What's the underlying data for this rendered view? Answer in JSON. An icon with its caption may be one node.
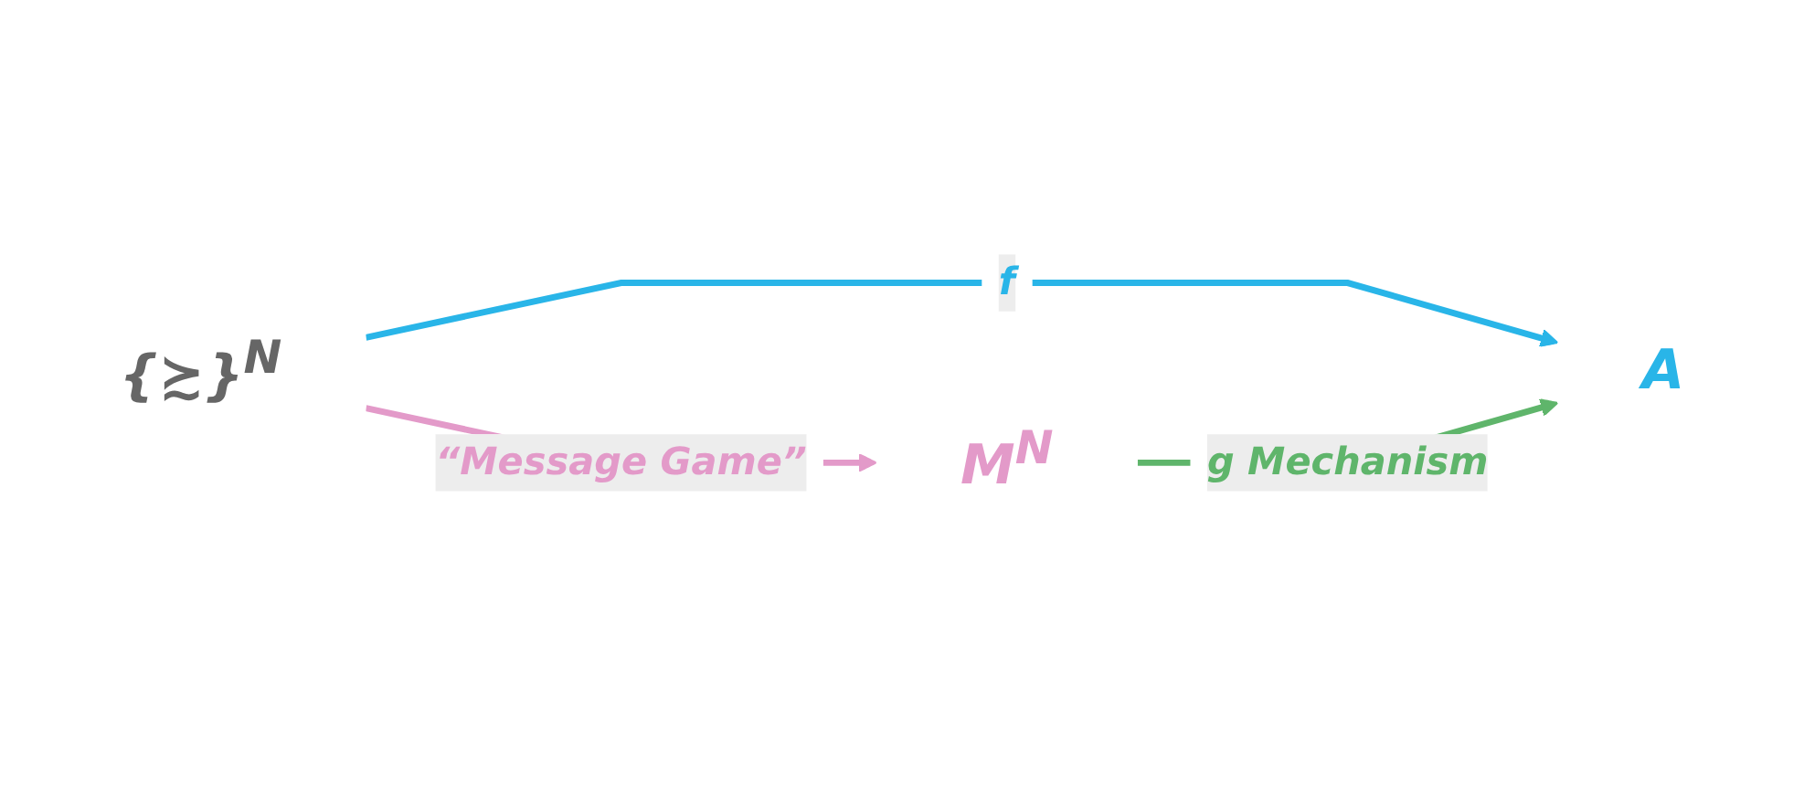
{
  "diagram": {
    "nodes": [
      {
        "text": [
          "{≿}$^{N}$"
        ]
      },
      {
        "text": [
          "A"
        ]
      },
      {
        "text": [
          "M$^{N}$"
        ]
      }
    ],
    "edges": [
      {
        "from": 0,
        "to": 1,
        "arrow": "to",
        "label": "f",
        "color": "#29b5e8"
      },
      {
        "from": 0,
        "to": 2,
        "arrow": "to",
        "label": "“Message Game”",
        "color": "#e39ac9"
      },
      {
        "from": 2,
        "to": 1,
        "arrow": "to",
        "label": "g Mechanism",
        "color": "#5fb56b"
      }
    ]
  }
}
